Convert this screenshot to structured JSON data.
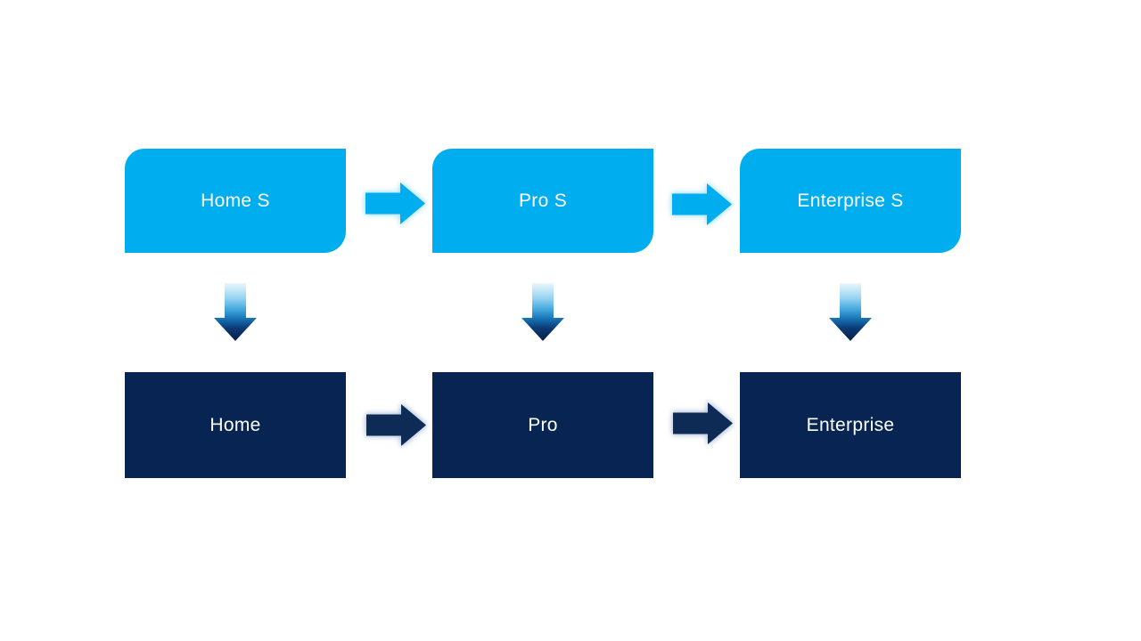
{
  "slide": {
    "background": "#FFFFFF"
  },
  "diagram": {
    "columns": [
      {
        "top_label": "Home S",
        "bottom_label": "Home"
      },
      {
        "top_label": "Pro S",
        "bottom_label": "Pro"
      },
      {
        "top_label": "Enterprise S",
        "bottom_label": "Enterprise"
      }
    ],
    "colors": {
      "top_box_fill": "#00AEEF",
      "bottom_box_fill": "#082452",
      "label_text": "#FFFFFF",
      "top_arrow_fill": "#00AEEF",
      "bottom_arrow_fill": "#0E2B55",
      "down_arrow_gradient": [
        "#EAF6FD",
        "#9AD5F1",
        "#45A9DE",
        "#1572B4",
        "#0C3A74",
        "#091F46"
      ]
    },
    "icons": {
      "right_arrow": "right-arrow-icon",
      "down_arrow": "down-arrow-icon"
    }
  }
}
